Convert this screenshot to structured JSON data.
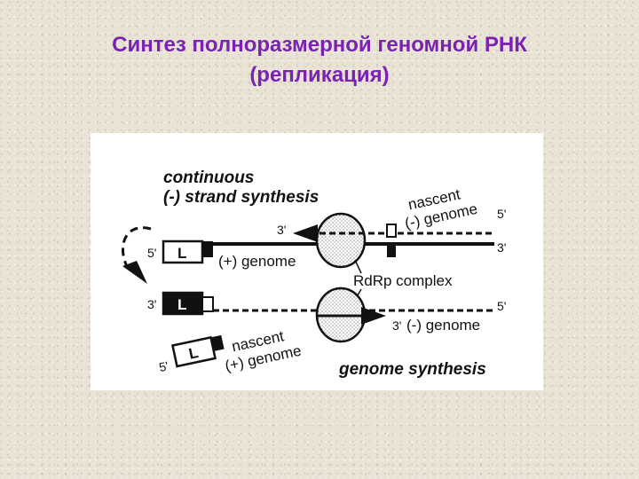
{
  "slide": {
    "title_line1": "Синтез полноразмерной геномной РНК",
    "title_line2": "(репликация)",
    "title_color": "#7a22b2"
  },
  "diagram": {
    "heading_top_1": "continuous",
    "heading_top_2": "(-) strand synthesis",
    "heading_bottom": "genome synthesis",
    "nascent_neg_1": "nascent",
    "nascent_neg_2": "(-) genome",
    "plus_genome": "(+) genome",
    "minus_genome": "(-) genome",
    "nascent_pos_1": "nascent",
    "nascent_pos_2": "(+) genome",
    "rdrp": "RdRp complex",
    "leader": "L",
    "end5": "5'",
    "end3": "3'"
  }
}
